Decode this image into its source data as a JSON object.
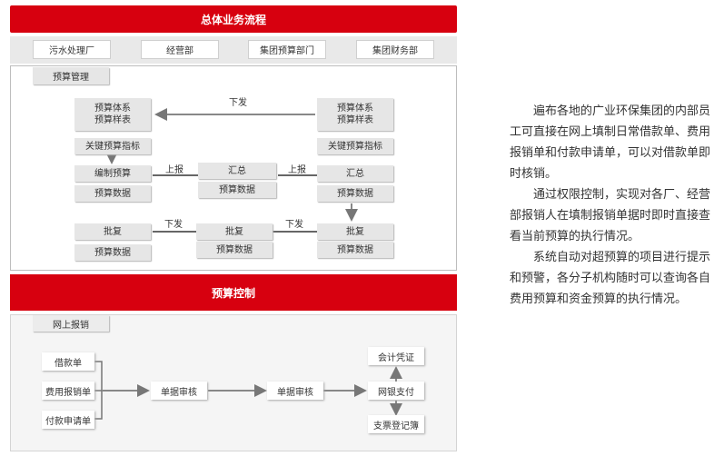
{
  "header": {
    "title": "总体业务流程"
  },
  "departments": [
    "污水处理厂",
    "经营部",
    "集团预算部门",
    "集团财务部"
  ],
  "budget_section": {
    "tag": "预算管理",
    "left_top_box": [
      "预算体系",
      "预算样表"
    ],
    "right_top_box": [
      "预算体系",
      "预算样表"
    ],
    "arrow_xiafa_1": "下发",
    "left_key": "关键预算指标",
    "right_key": "关键预算指标",
    "bianzhi": "编制预算",
    "left_data_1": "预算数据",
    "shangbao_1": "上报",
    "huizong_mid": "汇总",
    "mid_data_1": "预算数据",
    "shangbao_2": "上报",
    "huizong_right": "汇总",
    "right_data_1": "预算数据",
    "pifu_left": "批复",
    "left_data_2": "预算数据",
    "xiafa_2": "下发",
    "pifu_mid": "批复",
    "mid_data_2": "预算数据",
    "xiafa_3": "下发",
    "pifu_right": "批复",
    "right_data_2": "预算数据"
  },
  "control_bar": {
    "title": "预算控制"
  },
  "online_section": {
    "tag": "网上报销",
    "jiekuan": "借款单",
    "feiyong": "费用报销单",
    "fukuan": "付款申请单",
    "audit_1": "单据审核",
    "audit_2": "单据审核",
    "kuaiji": "会计凭证",
    "wangyin": "网银支付",
    "zhipiao": "支票登记簿"
  },
  "description": {
    "paragraphs": [
      "遍布各地的广业环保集团的内部员工可直接在网上填制日常借款单、费用报销单和付款申请单，可以对借款单即时核销。",
      "通过权限控制，实现对各厂、经营部报销人在填制报销单据时即时直接查看当前预算的执行情况。",
      "系统自动对超预算的项目进行提示和预警，各分子机构随时可以查询各自费用预算和资金预算的执行情况。"
    ]
  }
}
